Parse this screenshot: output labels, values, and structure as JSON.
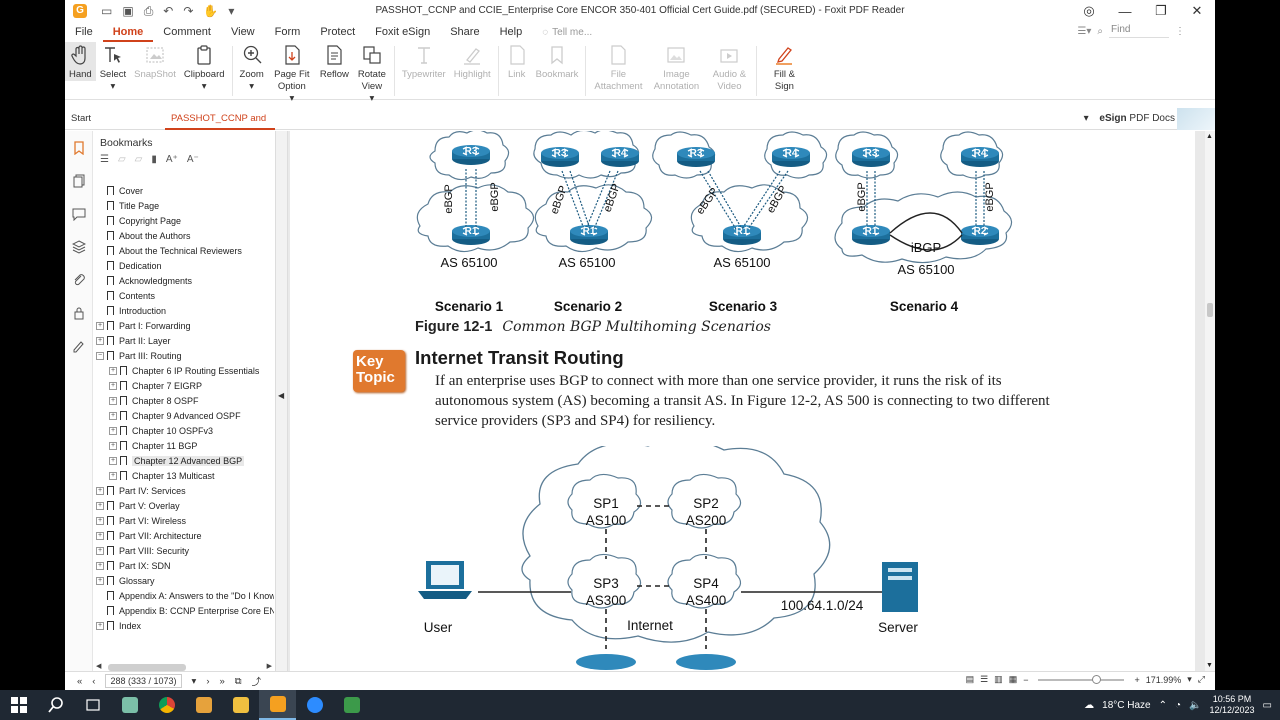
{
  "window": {
    "title": "PASSHOT_CCNP and CCIE_Enterprise Core ENCOR 350-401 Official Cert Guide.pdf (SECURED) - Foxit PDF Reader"
  },
  "menu": {
    "items": [
      "File",
      "Home",
      "Comment",
      "View",
      "Form",
      "Protect",
      "Foxit eSign",
      "Share",
      "Help"
    ],
    "active": "Home",
    "tell_me_placeholder": "Tell me...",
    "find_placeholder": "Find"
  },
  "ribbon": {
    "buttons": [
      {
        "label": "Hand",
        "icon": "hand-icon",
        "disabled": false
      },
      {
        "label": "Select",
        "icon": "select-text-icon",
        "disabled": false
      },
      {
        "label": "SnapShot",
        "icon": "snapshot-icon",
        "disabled": true
      },
      {
        "label": "Clipboard",
        "icon": "clipboard-icon",
        "disabled": false
      },
      {
        "label": "Zoom",
        "icon": "zoom-icon",
        "disabled": false
      },
      {
        "label": "Page Fit Option",
        "icon": "page-fit-icon",
        "disabled": false
      },
      {
        "label": "Reflow",
        "icon": "reflow-icon",
        "disabled": false
      },
      {
        "label": "Rotate View",
        "icon": "rotate-icon",
        "disabled": false
      },
      {
        "label": "Typewriter",
        "icon": "typewriter-icon",
        "disabled": true
      },
      {
        "label": "Highlight",
        "icon": "highlight-icon",
        "disabled": true
      },
      {
        "label": "Link",
        "icon": "link-icon",
        "disabled": true
      },
      {
        "label": "Bookmark",
        "icon": "bookmark-icon",
        "disabled": true
      },
      {
        "label": "File Attachment",
        "icon": "file-attachment-icon",
        "disabled": true
      },
      {
        "label": "Image Annotation",
        "icon": "image-annotation-icon",
        "disabled": true
      },
      {
        "label": "Audio & Video",
        "icon": "audio-video-icon",
        "disabled": true
      },
      {
        "label": "Fill & Sign",
        "icon": "fill-sign-icon",
        "disabled": false
      }
    ]
  },
  "tabs": {
    "start": "Start",
    "doc": "PASSHOT_CCNP and ...",
    "esign_bold": "eSign",
    "esign_rest": " PDF Docs"
  },
  "bookmarks": {
    "title": "Bookmarks",
    "items": [
      {
        "label": "Cover",
        "level": 1,
        "expandable": false,
        "selected": false
      },
      {
        "label": "Title Page",
        "level": 1,
        "expandable": false,
        "selected": false
      },
      {
        "label": "Copyright Page",
        "level": 1,
        "expandable": false,
        "selected": false
      },
      {
        "label": "About the Authors",
        "level": 1,
        "expandable": false,
        "selected": false
      },
      {
        "label": "About the Technical Reviewers",
        "level": 1,
        "expandable": false,
        "selected": false
      },
      {
        "label": "Dedication",
        "level": 1,
        "expandable": false,
        "selected": false
      },
      {
        "label": "Acknowledgments",
        "level": 1,
        "expandable": false,
        "selected": false
      },
      {
        "label": "Contents",
        "level": 1,
        "expandable": false,
        "selected": false
      },
      {
        "label": "Introduction",
        "level": 1,
        "expandable": false,
        "selected": false
      },
      {
        "label": "Part I: Forwarding",
        "level": 1,
        "expandable": true,
        "expanded": false,
        "selected": false
      },
      {
        "label": "Part II: Layer",
        "level": 1,
        "expandable": true,
        "expanded": false,
        "selected": false
      },
      {
        "label": "Part III: Routing",
        "level": 1,
        "expandable": true,
        "expanded": true,
        "selected": false
      },
      {
        "label": "Chapter 6 IP Routing Essentials",
        "level": 2,
        "expandable": true,
        "expanded": false,
        "selected": false
      },
      {
        "label": "Chapter 7 EIGRP",
        "level": 2,
        "expandable": true,
        "expanded": false,
        "selected": false
      },
      {
        "label": "Chapter 8 OSPF",
        "level": 2,
        "expandable": true,
        "expanded": false,
        "selected": false
      },
      {
        "label": "Chapter 9 Advanced OSPF",
        "level": 2,
        "expandable": true,
        "expanded": false,
        "selected": false
      },
      {
        "label": "Chapter 10 OSPFv3",
        "level": 2,
        "expandable": true,
        "expanded": false,
        "selected": false
      },
      {
        "label": "Chapter 11 BGP",
        "level": 2,
        "expandable": true,
        "expanded": false,
        "selected": false
      },
      {
        "label": "Chapter 12 Advanced BGP",
        "level": 2,
        "expandable": true,
        "expanded": false,
        "selected": true
      },
      {
        "label": "Chapter 13 Multicast",
        "level": 2,
        "expandable": true,
        "expanded": false,
        "selected": false
      },
      {
        "label": "Part IV: Services",
        "level": 1,
        "expandable": true,
        "expanded": false,
        "selected": false
      },
      {
        "label": "Part V: Overlay",
        "level": 1,
        "expandable": true,
        "expanded": false,
        "selected": false
      },
      {
        "label": "Part VI: Wireless",
        "level": 1,
        "expandable": true,
        "expanded": false,
        "selected": false
      },
      {
        "label": "Part VII: Architecture",
        "level": 1,
        "expandable": true,
        "expanded": false,
        "selected": false
      },
      {
        "label": "Part VIII: Security",
        "level": 1,
        "expandable": true,
        "expanded": false,
        "selected": false
      },
      {
        "label": "Part IX: SDN",
        "level": 1,
        "expandable": true,
        "expanded": false,
        "selected": false
      },
      {
        "label": "Glossary",
        "level": 1,
        "expandable": true,
        "expanded": false,
        "selected": false
      },
      {
        "label": "Appendix A: Answers to the \"Do I Know",
        "level": 1,
        "expandable": false,
        "selected": false
      },
      {
        "label": "Appendix B: CCNP Enterprise Core ENC",
        "level": 1,
        "expandable": false,
        "selected": false
      },
      {
        "label": "Index",
        "level": 1,
        "expandable": true,
        "expanded": false,
        "selected": false
      }
    ]
  },
  "document": {
    "figure1": {
      "scenario_labels": [
        "Scenario 1",
        "Scenario 2",
        "Scenario 3",
        "Scenario 4"
      ],
      "as_label": "AS 65100",
      "ebgp": "eBGP",
      "ibgp": "iBGP",
      "routers": [
        "R1",
        "R2",
        "R3",
        "R4"
      ],
      "caption_num": "Figure 12-1",
      "caption_title": "Common BGP Multihoming Scenarios"
    },
    "key_topic": [
      "Key",
      "Topic"
    ],
    "section_heading": "Internet Transit Routing",
    "paragraph": "If an enterprise uses BGP to connect with more than one service provider, it runs the risk of its autonomous system (AS) becoming a transit AS. In Figure 12-2, AS 500 is connecting to two different service providers (SP3 and SP4) for resiliency.",
    "figure2": {
      "sp1": [
        "SP1",
        "AS100"
      ],
      "sp2": [
        "SP2",
        "AS200"
      ],
      "sp3": [
        "SP3",
        "AS300"
      ],
      "sp4": [
        "SP4",
        "AS400"
      ],
      "internet": "Internet",
      "user": "User",
      "server": "Server",
      "prefix": "100.64.1.0/24"
    }
  },
  "statusbar": {
    "page_indicator": "288 (333 / 1073)",
    "zoom": "171.99%"
  },
  "taskbar": {
    "weather": "18°C Haze",
    "time": "10:56 PM",
    "date": "12/12/2023"
  },
  "colors": {
    "accent": "#d0421b",
    "key_topic": "#e0792e",
    "router_blue": "#1c6f9c",
    "cloud_stroke": "#5b7d95"
  }
}
